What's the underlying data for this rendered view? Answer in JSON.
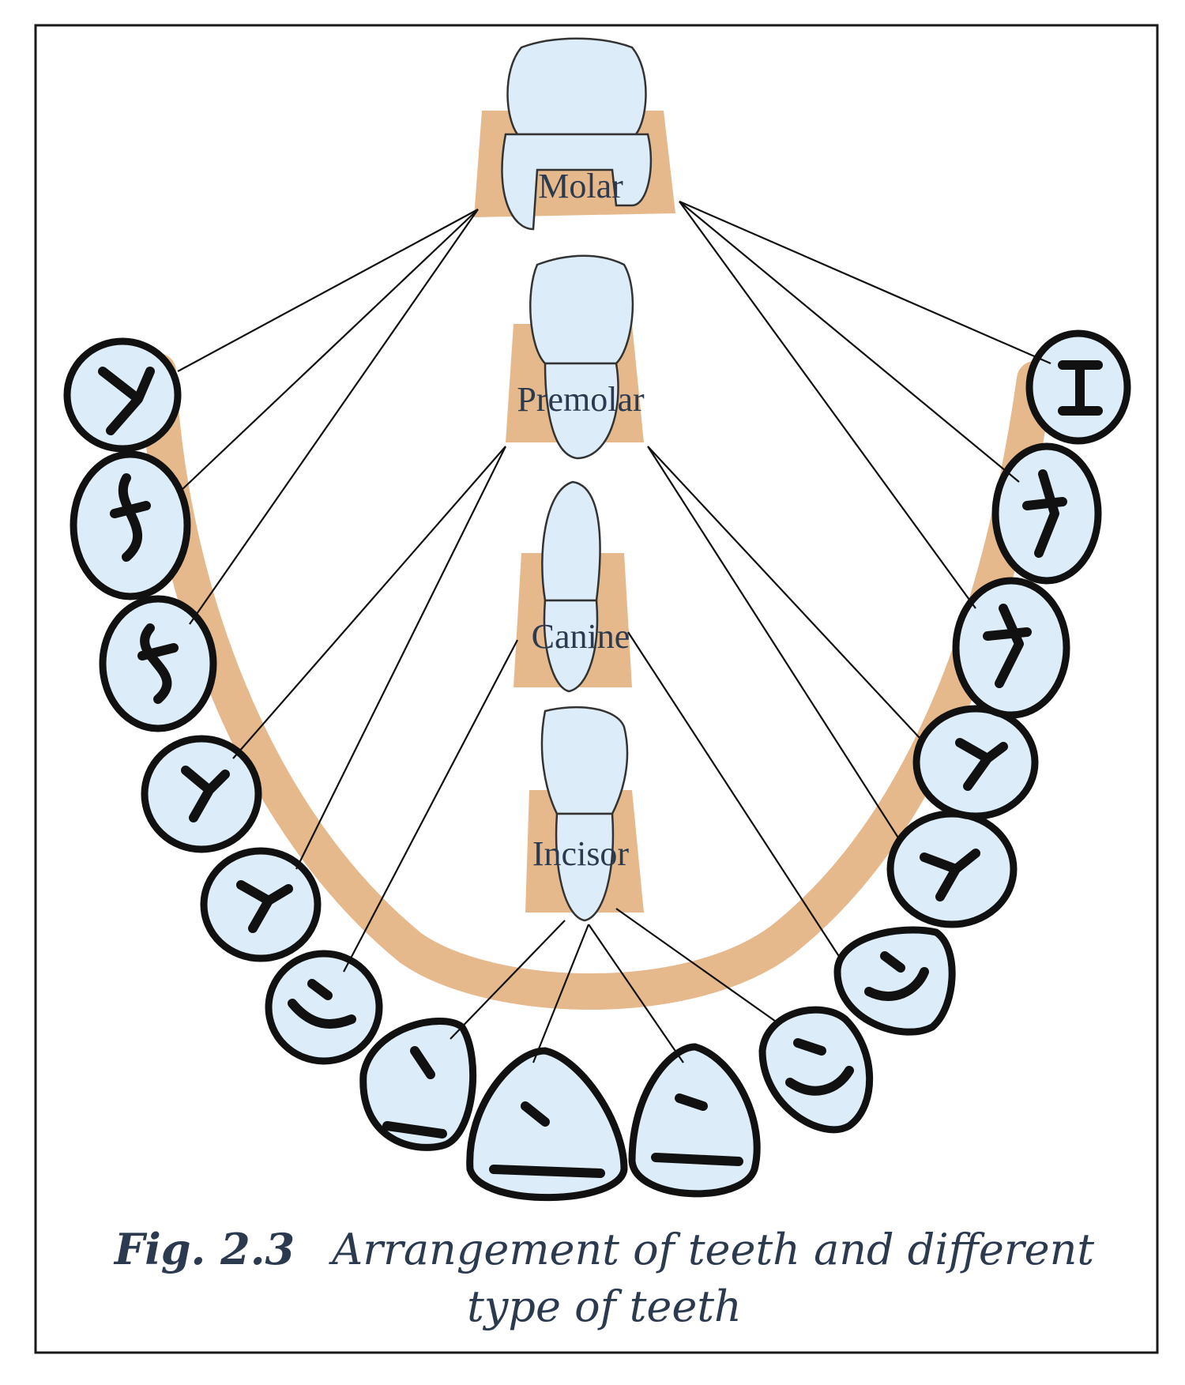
{
  "labels": {
    "molar": "Molar",
    "premolar": "Premolar",
    "canine": "Canine",
    "incisor": "Incisor"
  },
  "caption": {
    "figure_number": "Fig. 2.3",
    "line1": "Arrangement of teeth and different",
    "line2": "type of teeth"
  },
  "colors": {
    "gum": "#e6b98c",
    "enamel": "#dcecf8",
    "outline": "#111111",
    "label_text": "#2b3a4f"
  }
}
